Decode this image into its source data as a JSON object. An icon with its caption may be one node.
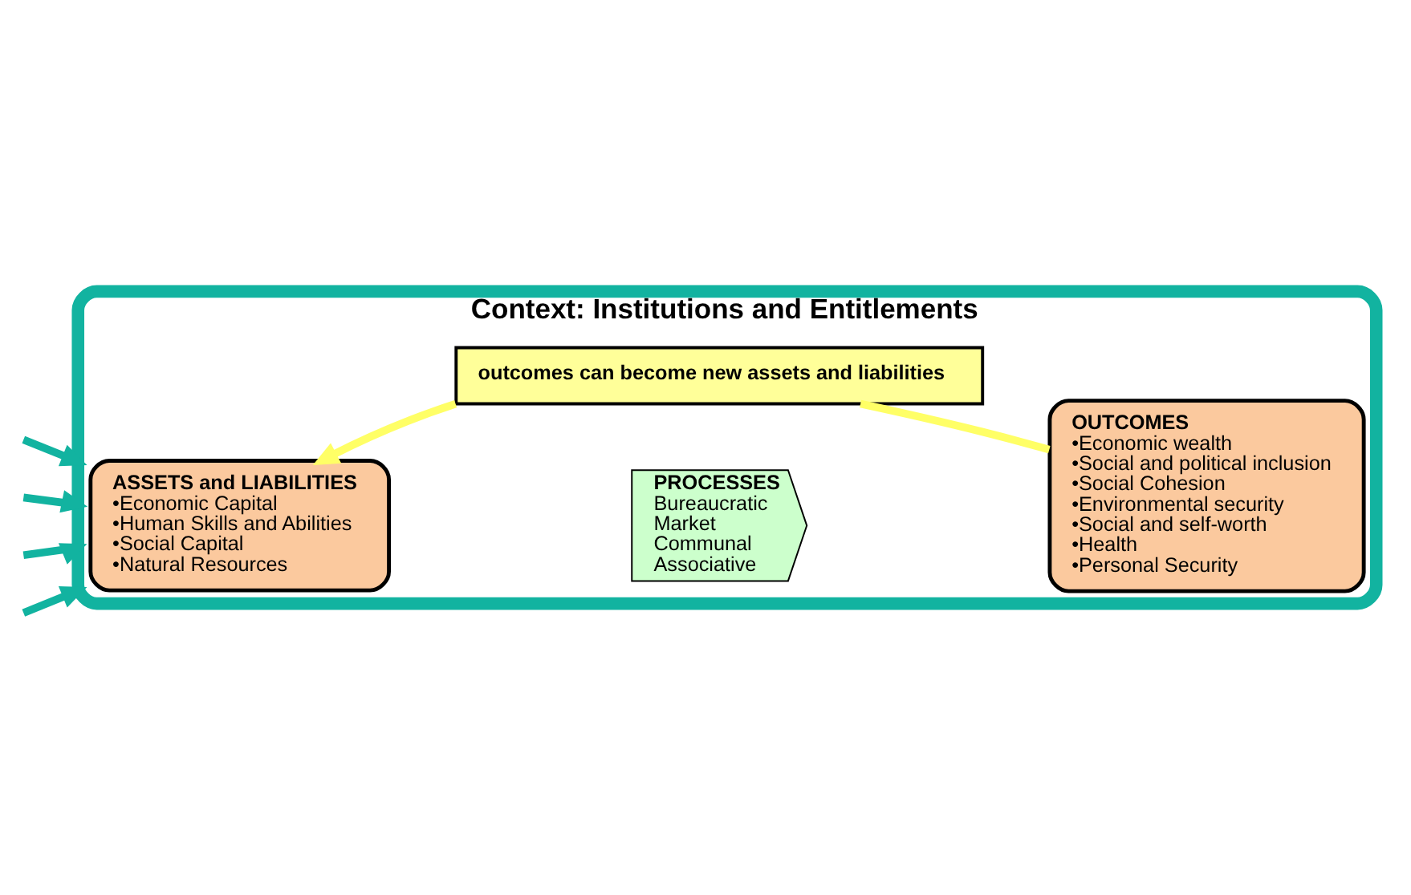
{
  "diagram": {
    "nodes": [
      {
        "text": [
          "Context: Institutions and Entitlements"
        ]
      },
      {
        "text": [
          "ASSETS and LIABILITIES",
          "•Economic Capital",
          "•Human Skills and Abilities",
          "•Social Capital",
          "•Natural Resources"
        ],
        "in": 0
      },
      {
        "text": [
          "PROCESSES",
          "Bureaucratic",
          "Market",
          "Communal",
          "Associative"
        ],
        "in": 0
      },
      {
        "text": [
          "OUTCOMES",
          "•Economic wealth",
          "•Social and political inclusion",
          "•Social Cohesion",
          "•Environmental security",
          "•Social and self-worth",
          "•Health",
          "•Personal Security"
        ],
        "in": 0
      },
      {
        "text": [
          "outcomes can become new assets and liabilities"
        ],
        "in": 0
      }
    ],
    "edges": [
      {
        "from": null,
        "to": 0,
        "arrow": "to"
      },
      {
        "from": null,
        "to": 0,
        "arrow": "to"
      },
      {
        "from": null,
        "to": 0,
        "arrow": "to"
      },
      {
        "from": null,
        "to": 0,
        "arrow": "to"
      },
      {
        "from": 3,
        "to": 4,
        "arrow": "none",
        "color": "#ffff66"
      },
      {
        "from": 4,
        "to": 1,
        "arrow": "to",
        "color": "#ffff66"
      }
    ]
  }
}
